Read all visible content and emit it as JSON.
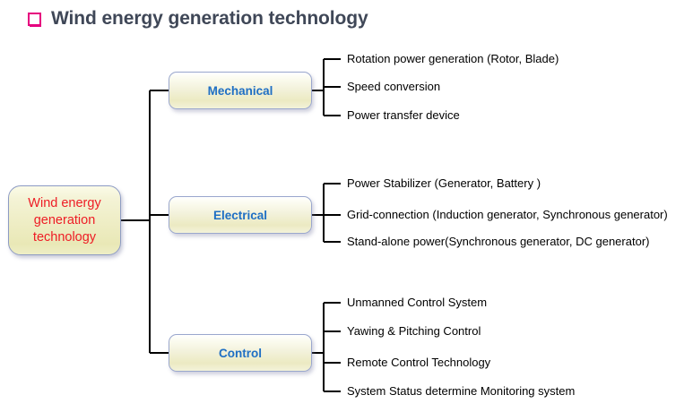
{
  "title": {
    "text": "Wind energy generation technology",
    "bullet_icon": "square-bullet-icon",
    "bullet_color": "#e6007e",
    "text_color": "#3f4757"
  },
  "colors": {
    "root_text": "#ee1c25",
    "branch_text": "#1f6fc4",
    "leaf_text": "#000000",
    "node_border": "#8d9bc4",
    "node_fill_top": "#ffffff",
    "node_fill_bottom": "#eceac2",
    "connector": "#000000"
  },
  "diagram": {
    "type": "tree",
    "root": {
      "label": "Wind energy generation technology"
    },
    "branches": [
      {
        "label": "Mechanical",
        "leaves": [
          "Rotation power generation (Rotor, Blade)",
          "Speed conversion",
          "Power transfer device"
        ]
      },
      {
        "label": "Electrical",
        "leaves": [
          "Power Stabilizer (Generator, Battery )",
          "Grid-connection (Induction generator, Synchronous generator)",
          "Stand-alone power(Synchronous generator, DC generator)"
        ]
      },
      {
        "label": "Control",
        "leaves": [
          "Unmanned Control System",
          "Yawing & Pitching Control",
          "Remote Control Technology",
          "System Status determine Monitoring system"
        ]
      }
    ]
  }
}
